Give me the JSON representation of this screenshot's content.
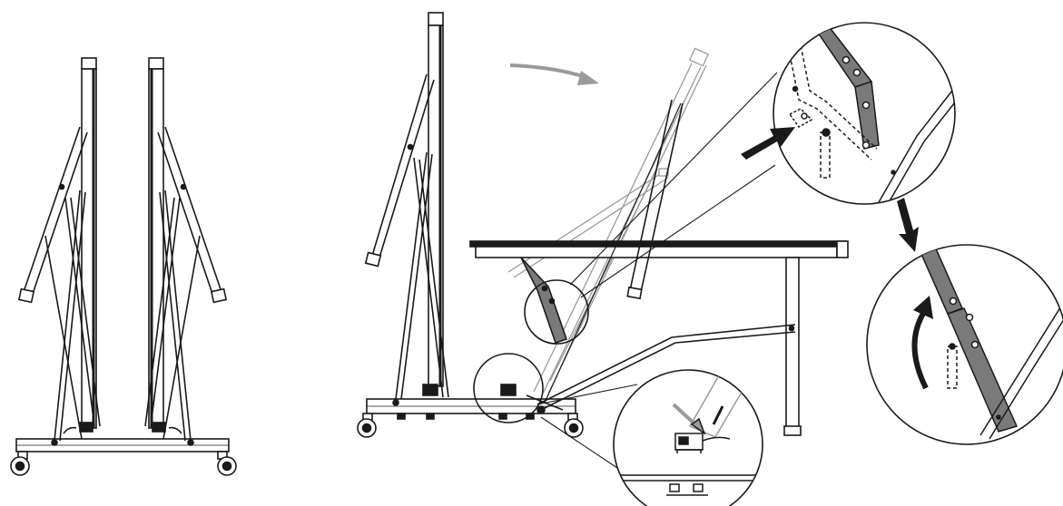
{
  "figure": {
    "title": "",
    "colors": {
      "ink": "#1a1a1a",
      "ghost": "#9a9a9a",
      "leg_fill": "#7a7a7a",
      "arrow": "#2a2a2a",
      "bg": "#ffffff"
    },
    "panels": [
      {
        "name": "folded-table-pair",
        "description_visible": false
      },
      {
        "name": "unfolding-table",
        "description_visible": false
      }
    ],
    "callouts": [
      {
        "name": "hinge-lock-detail"
      },
      {
        "name": "hinge-locked-detail"
      },
      {
        "name": "wheel-latch-detail"
      }
    ],
    "icons": [
      "curved-arrow-icon",
      "push-arrow-icon",
      "down-arrow-icon",
      "rotate-arrow-icon"
    ]
  }
}
